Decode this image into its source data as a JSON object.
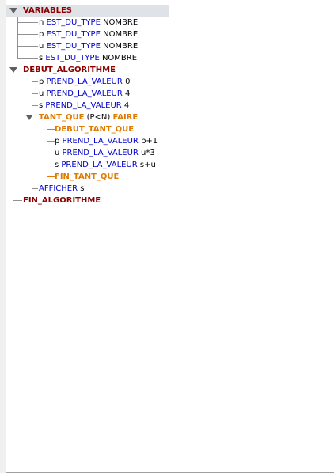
{
  "tree": {
    "variables": {
      "header": "VARIABLES",
      "items": [
        {
          "name": "n",
          "keyword": "EST_DU_TYPE",
          "type": "NOMBRE"
        },
        {
          "name": "p",
          "keyword": "EST_DU_TYPE",
          "type": "NOMBRE"
        },
        {
          "name": "u",
          "keyword": "EST_DU_TYPE",
          "type": "NOMBRE"
        },
        {
          "name": "s",
          "keyword": "EST_DU_TYPE",
          "type": "NOMBRE"
        }
      ]
    },
    "algorithm": {
      "header": "DEBUT_ALGORITHME",
      "assignments": [
        {
          "name": "p",
          "keyword": "PREND_LA_VALEUR",
          "value": "0"
        },
        {
          "name": "u",
          "keyword": "PREND_LA_VALEUR",
          "value": "4"
        },
        {
          "name": "s",
          "keyword": "PREND_LA_VALEUR",
          "value": "4"
        }
      ],
      "loop": {
        "keyword": "TANT_QUE",
        "condition": "(P<N)",
        "faire": "FAIRE",
        "begin": "DEBUT_TANT_QUE",
        "body": [
          {
            "name": "p",
            "keyword": "PREND_LA_VALEUR",
            "value": "p+1"
          },
          {
            "name": "u",
            "keyword": "PREND_LA_VALEUR",
            "value": "u*3"
          },
          {
            "name": "s",
            "keyword": "PREND_LA_VALEUR",
            "value": "s+u"
          }
        ],
        "end": "FIN_TANT_QUE"
      },
      "display": {
        "keyword": "AFFICHER",
        "value": "s"
      },
      "footer": "FIN_ALGORITHME"
    }
  },
  "colors": {
    "header_red": "#8b0000",
    "keyword_blue": "#0000cc",
    "loop_orange": "#e07b00",
    "selection": "#dfe3e8"
  },
  "icons": {
    "expanded": "triangle-down-icon"
  }
}
